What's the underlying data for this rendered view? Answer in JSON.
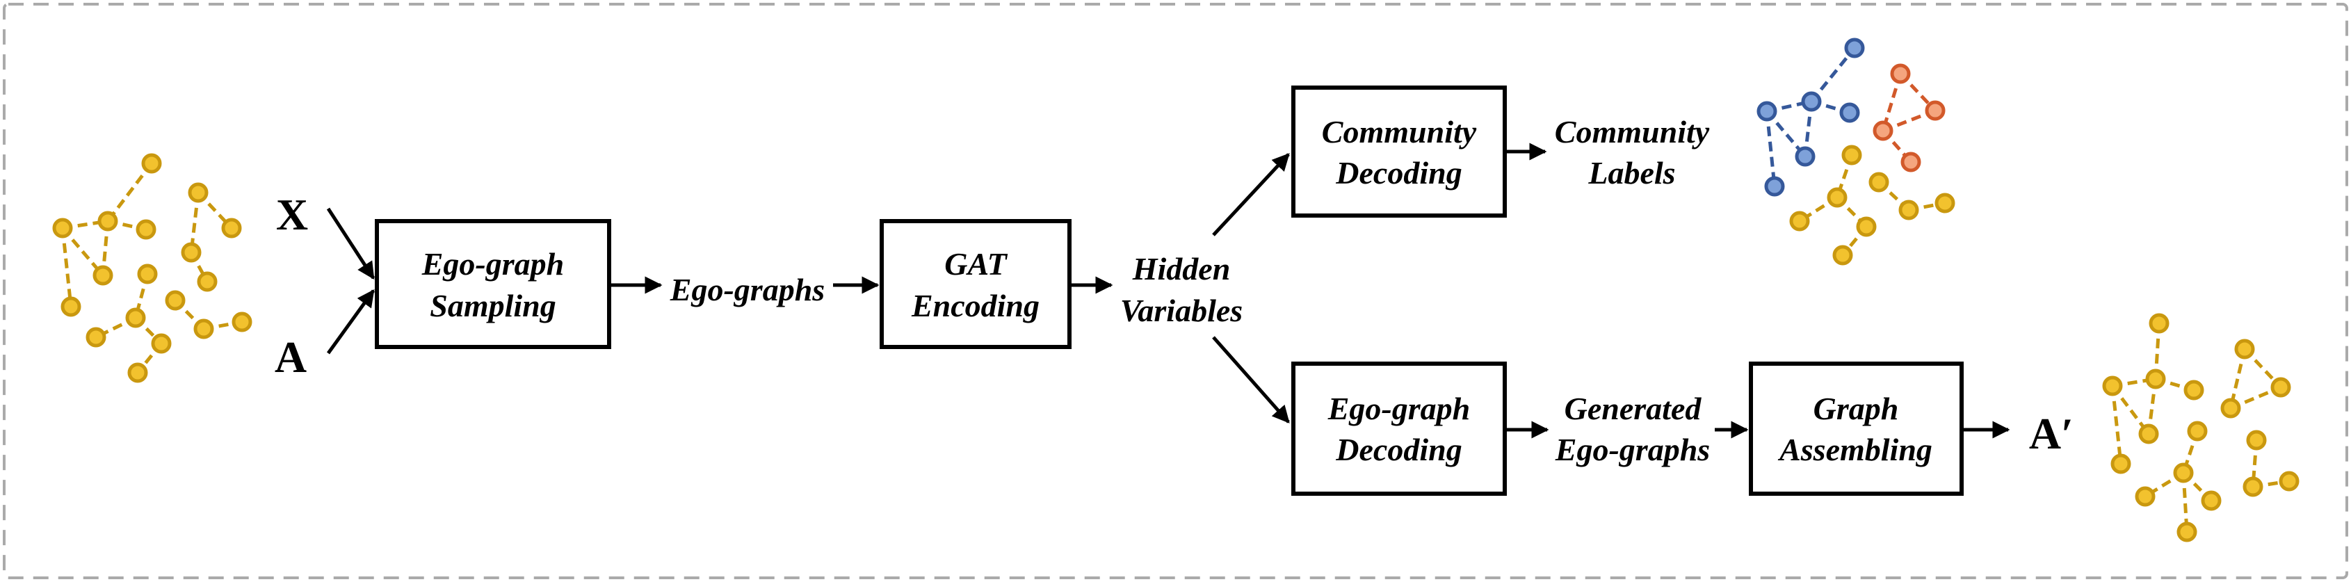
{
  "inputs": {
    "x": "X",
    "a": "A"
  },
  "output": {
    "a_prime": "A′"
  },
  "boxes": {
    "ego_graph_sampling": [
      "Ego-graph",
      "Sampling"
    ],
    "gat_encoding": [
      "GAT",
      "Encoding"
    ],
    "community_decoding": [
      "Community",
      "Decoding"
    ],
    "ego_graph_decoding": [
      "Ego-graph",
      "Decoding"
    ],
    "graph_assembling": [
      "Graph",
      "Assembling"
    ]
  },
  "labels": {
    "ego_graphs": "Ego-graphs",
    "hidden_variables": [
      "Hidden",
      "Variables"
    ],
    "community_labels": [
      "Community",
      "Labels"
    ],
    "generated_ego_graphs": [
      "Generated",
      "Ego-graphs"
    ]
  },
  "colors": {
    "gold_fill": "#f2c22e",
    "gold_stroke": "#c9980f",
    "blue_fill": "#7ea1d9",
    "blue_stroke": "#35589a",
    "orange_fill": "#f5a57e",
    "orange_stroke": "#d2592a",
    "frame": "#aaaaaa"
  }
}
